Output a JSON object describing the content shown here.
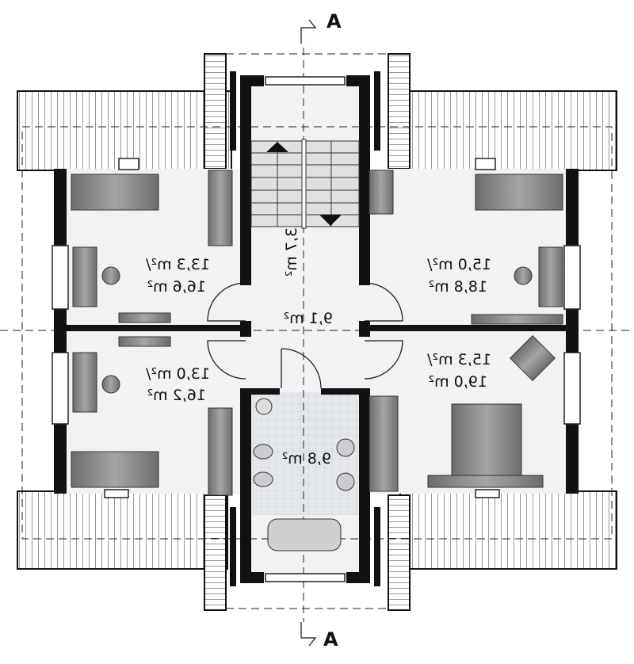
{
  "section_marks": {
    "top": "A",
    "bottom": "A"
  },
  "rooms": {
    "stairs": {
      "area": "3,7 m²"
    },
    "hall": {
      "area": "9,1 m²"
    },
    "bathroom": {
      "area": "9,8 m²"
    },
    "room_top_left": {
      "area": "13,3 m²/",
      "area_total": "16,6 m²"
    },
    "room_top_right": {
      "area": "15,0 m²/",
      "area_total": "18,8 m²"
    },
    "room_bottom_left": {
      "area": "13,0 m²/",
      "area_total": "16,2 m²"
    },
    "room_bottom_right": {
      "area": "15,3 m²/",
      "area_total": "19,0 m²"
    }
  },
  "colors": {
    "wall": "#111111",
    "floor": "#f2f2f2",
    "furniture": "#8a8a8a",
    "tile": "#e4e8ea"
  }
}
